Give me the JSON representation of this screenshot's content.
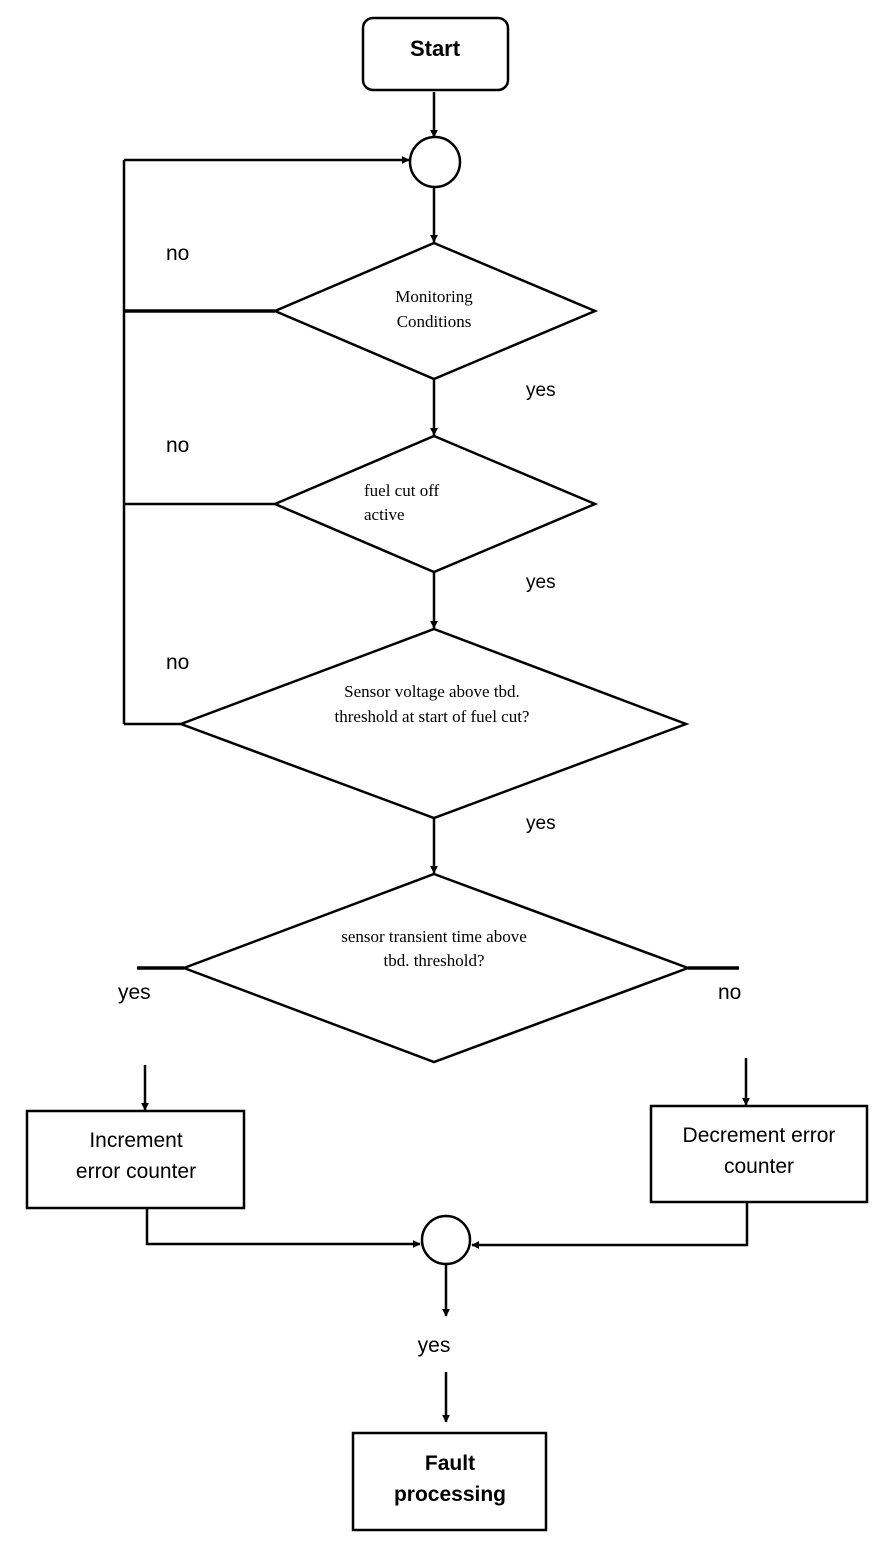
{
  "nodes": {
    "start": "Start",
    "monitoring": [
      "Monitoring",
      "Conditions"
    ],
    "fuel_cut": [
      "fuel cut off",
      "active"
    ],
    "sensor_voltage": [
      "Sensor voltage above tbd.",
      "threshold at start of fuel cut?"
    ],
    "transient": [
      "sensor transient time above",
      "tbd. threshold?"
    ],
    "increment": [
      "Increment",
      "error counter"
    ],
    "decrement": [
      "Decrement error",
      "counter"
    ],
    "fault": [
      "Fault",
      "processing"
    ]
  },
  "labels": {
    "no_1": "no",
    "no_2": "no",
    "no_3": "no",
    "yes_1": "yes",
    "yes_2": "yes",
    "yes_3": "yes",
    "yes_left": "yes",
    "no_right": "no",
    "yes_bottom": "yes"
  },
  "colors": {
    "stroke": "#000000",
    "background": "#ffffff"
  }
}
